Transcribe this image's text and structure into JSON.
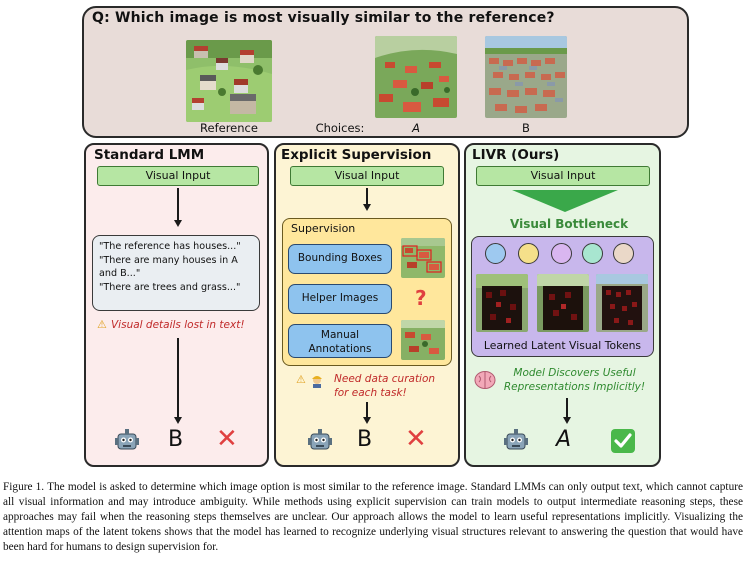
{
  "question": "Q: Which image is most visually similar to the reference?",
  "reference_label": "Reference",
  "choices_label": "Choices:",
  "choice_a": "A",
  "choice_b": "B",
  "col1": {
    "title": "Standard LMM",
    "visual_input": "Visual Input",
    "quote_lines": [
      "\"The reference has houses...\"",
      "\"There are many houses in A and B...\"",
      "\"There are trees and grass...\""
    ],
    "warning": "Visual details lost in text!",
    "answer": "B"
  },
  "col2": {
    "title": "Explicit Supervision",
    "visual_input": "Visual Input",
    "supervision_label": "Supervision",
    "items": [
      "Bounding Boxes",
      "Helper Images",
      "Manual Annotations"
    ],
    "question_mark": "?",
    "warning": "Need data curation for each task!",
    "answer": "B"
  },
  "col3": {
    "title": "LIVR (Ours)",
    "visual_input": "Visual Input",
    "bottleneck_label": "Visual Bottleneck",
    "latent_label": "Learned Latent Visual Tokens",
    "note": "Model Discovers Useful Representations Implicitly!",
    "answer": "A"
  },
  "caption": "Figure 1. The model is asked to determine which image option is most similar to the reference image. Standard LMMs can only output text, which cannot capture all visual information and may introduce ambiguity. While methods using explicit supervision can train models to output intermediate reasoning steps, these approaches may fail when the reasoning steps themselves are unclear. Our approach allows the model to learn useful representations implicitly. Visualizing the attention maps of the latent tokens shows that the model has learned to recognize underlying visual structures relevant to answering the question that would have been hard for humans to design supervision for.",
  "colors": {
    "token_circles": [
      "#9ec9f0",
      "#f5e08a",
      "#d9b6f0",
      "#a8e6d0",
      "#ead8c8"
    ],
    "accent_green": "#3a8a3a",
    "warn_red": "#c02a2a"
  },
  "icons": [
    "robot-icon",
    "warning-icon",
    "brain-icon",
    "check-icon",
    "cross-icon",
    "worker-icon"
  ]
}
